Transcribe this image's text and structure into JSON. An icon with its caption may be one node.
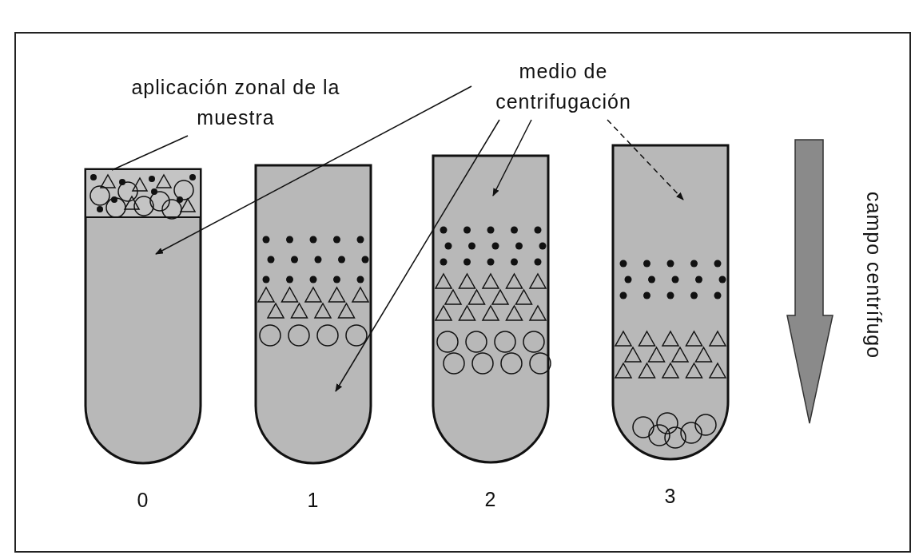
{
  "diagram": {
    "nodes": [
      {
        "text": [
          "aplicación zonal de la muestra"
        ]
      },
      {
        "text": [
          "medio de centrifugación"
        ]
      },
      {
        "text": [],
        "shape": "tube",
        "beside": [
          "0"
        ]
      },
      {
        "text": [],
        "shape": "band",
        "in": 2
      },
      {
        "text": [],
        "shape": "tube",
        "beside": [
          "1"
        ]
      },
      {
        "text": [],
        "shape": "tube",
        "beside": [
          "2"
        ]
      },
      {
        "text": [],
        "shape": "tube",
        "beside": [
          "3"
        ]
      }
    ],
    "edges": [
      {
        "from": 0,
        "to": 3,
        "arrow": "none"
      },
      {
        "from": 1,
        "to": 2,
        "arrow": "to"
      },
      {
        "from": 1,
        "to": 4,
        "arrow": "to"
      },
      {
        "from": 1,
        "to": 5,
        "arrow": "to"
      },
      {
        "from": 1,
        "to": 6,
        "arrow": "to",
        "style": "dashed"
      }
    ],
    "labels": [
      "campo centrífugo"
    ]
  }
}
